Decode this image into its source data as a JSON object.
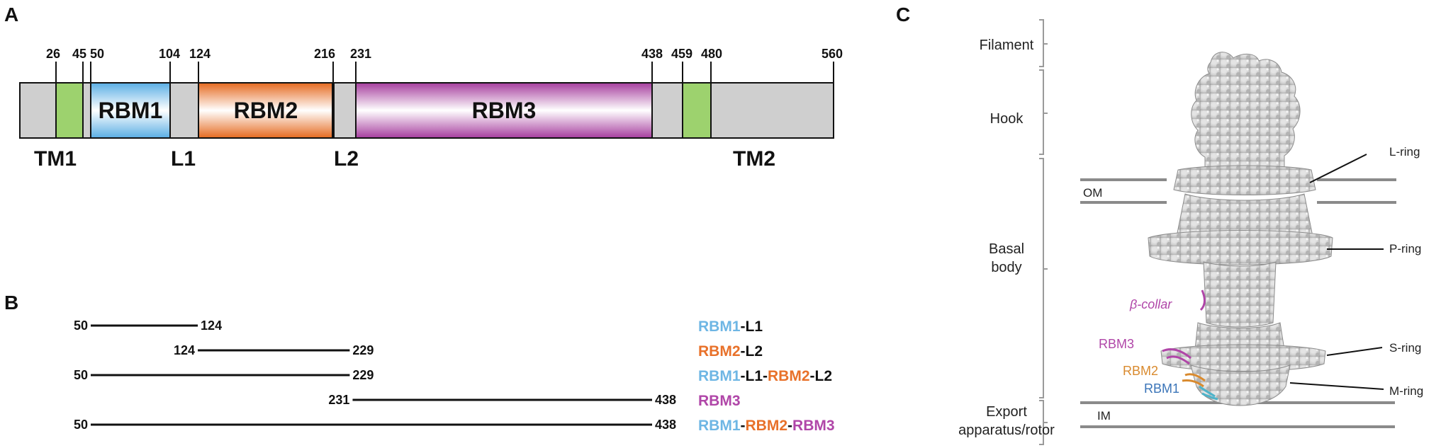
{
  "panels": {
    "a": "A",
    "b": "B",
    "c": "C"
  },
  "colors": {
    "grey": "#cfcfcf",
    "tm": "#9dd26e",
    "rbm1": "#6eb6e4",
    "rbm2": "#e8712a",
    "rbm3": "#b046a8",
    "black": "#111111",
    "rbm2_struct": "#d98a2e",
    "rbm1_struct": "#3a74b8"
  },
  "domain_map": {
    "positions": [
      "26",
      "45",
      "50",
      "104",
      "124",
      "216",
      "231",
      "438",
      "459",
      "480",
      "560"
    ],
    "segments": {
      "rbm1": "RBM1",
      "rbm2": "RBM2",
      "rbm3": "RBM3"
    },
    "below_labels": {
      "tm1": "TM1",
      "l1": "L1",
      "l2": "L2",
      "tm2": "TM2"
    }
  },
  "constructs": [
    {
      "start": 50,
      "end": 124,
      "start_label": "50",
      "end_label": "124",
      "name_parts": [
        {
          "text": "RBM1",
          "color": "rbm1"
        },
        {
          "text": "-L1",
          "color": "black"
        }
      ]
    },
    {
      "start": 124,
      "end": 229,
      "start_label": "124",
      "end_label": "229",
      "name_parts": [
        {
          "text": "RBM2",
          "color": "rbm2"
        },
        {
          "text": "-L2",
          "color": "black"
        }
      ]
    },
    {
      "start": 50,
      "end": 229,
      "start_label": "50",
      "end_label": "229",
      "name_parts": [
        {
          "text": "RBM1",
          "color": "rbm1"
        },
        {
          "text": "-L1-",
          "color": "black"
        },
        {
          "text": "RBM2",
          "color": "rbm2"
        },
        {
          "text": "-L2",
          "color": "black"
        }
      ]
    },
    {
      "start": 231,
      "end": 438,
      "start_label": "231",
      "end_label": "438",
      "name_parts": [
        {
          "text": "RBM3",
          "color": "rbm3"
        }
      ]
    },
    {
      "start": 50,
      "end": 438,
      "start_label": "50",
      "end_label": "438",
      "name_parts": [
        {
          "text": "RBM1",
          "color": "rbm1"
        },
        {
          "text": "-",
          "color": "black"
        },
        {
          "text": "RBM2",
          "color": "rbm2"
        },
        {
          "text": "-",
          "color": "black"
        },
        {
          "text": "RBM3",
          "color": "rbm3"
        }
      ]
    }
  ],
  "structure": {
    "regions": {
      "filament": "Filament",
      "hook": "Hook",
      "basal_1": "Basal",
      "basal_2": "body",
      "export_1": "Export",
      "export_2": "apparatus/rotor"
    },
    "rings": {
      "l_ring": "L-ring",
      "p_ring": "P-ring",
      "s_ring": "S-ring",
      "m_ring": "M-ring"
    },
    "membranes": {
      "om": "OM",
      "im": "IM"
    },
    "overlays": {
      "beta_collar": "β-collar",
      "rbm3": "RBM3",
      "rbm2": "RBM2",
      "rbm1": "RBM1"
    }
  }
}
